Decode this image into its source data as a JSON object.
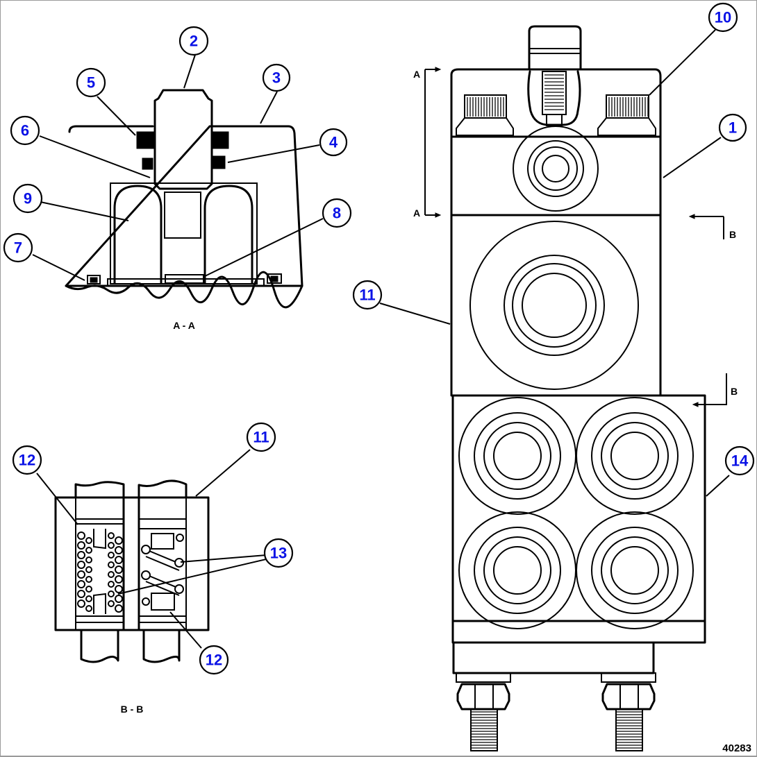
{
  "figure": {
    "number": "40283",
    "views": {
      "section_aa": {
        "title": "A - A"
      },
      "section_bb": {
        "title": "B - B"
      }
    },
    "section_markers": {
      "a": "A",
      "b": "B"
    }
  },
  "callouts": [
    {
      "id": "c1",
      "label": "1"
    },
    {
      "id": "c2",
      "label": "2"
    },
    {
      "id": "c3",
      "label": "3"
    },
    {
      "id": "c4",
      "label": "4"
    },
    {
      "id": "c5",
      "label": "5"
    },
    {
      "id": "c6",
      "label": "6"
    },
    {
      "id": "c7",
      "label": "7"
    },
    {
      "id": "c8",
      "label": "8"
    },
    {
      "id": "c9",
      "label": "9"
    },
    {
      "id": "c10",
      "label": "10"
    },
    {
      "id": "c11a",
      "label": "11"
    },
    {
      "id": "c11b",
      "label": "11"
    },
    {
      "id": "c12a",
      "label": "12"
    },
    {
      "id": "c12b",
      "label": "12"
    },
    {
      "id": "c13",
      "label": "13"
    },
    {
      "id": "c14",
      "label": "14"
    }
  ],
  "colors": {
    "callout_text": "#0a12e6",
    "line": "#000000",
    "frame": "#9a9a9a"
  }
}
